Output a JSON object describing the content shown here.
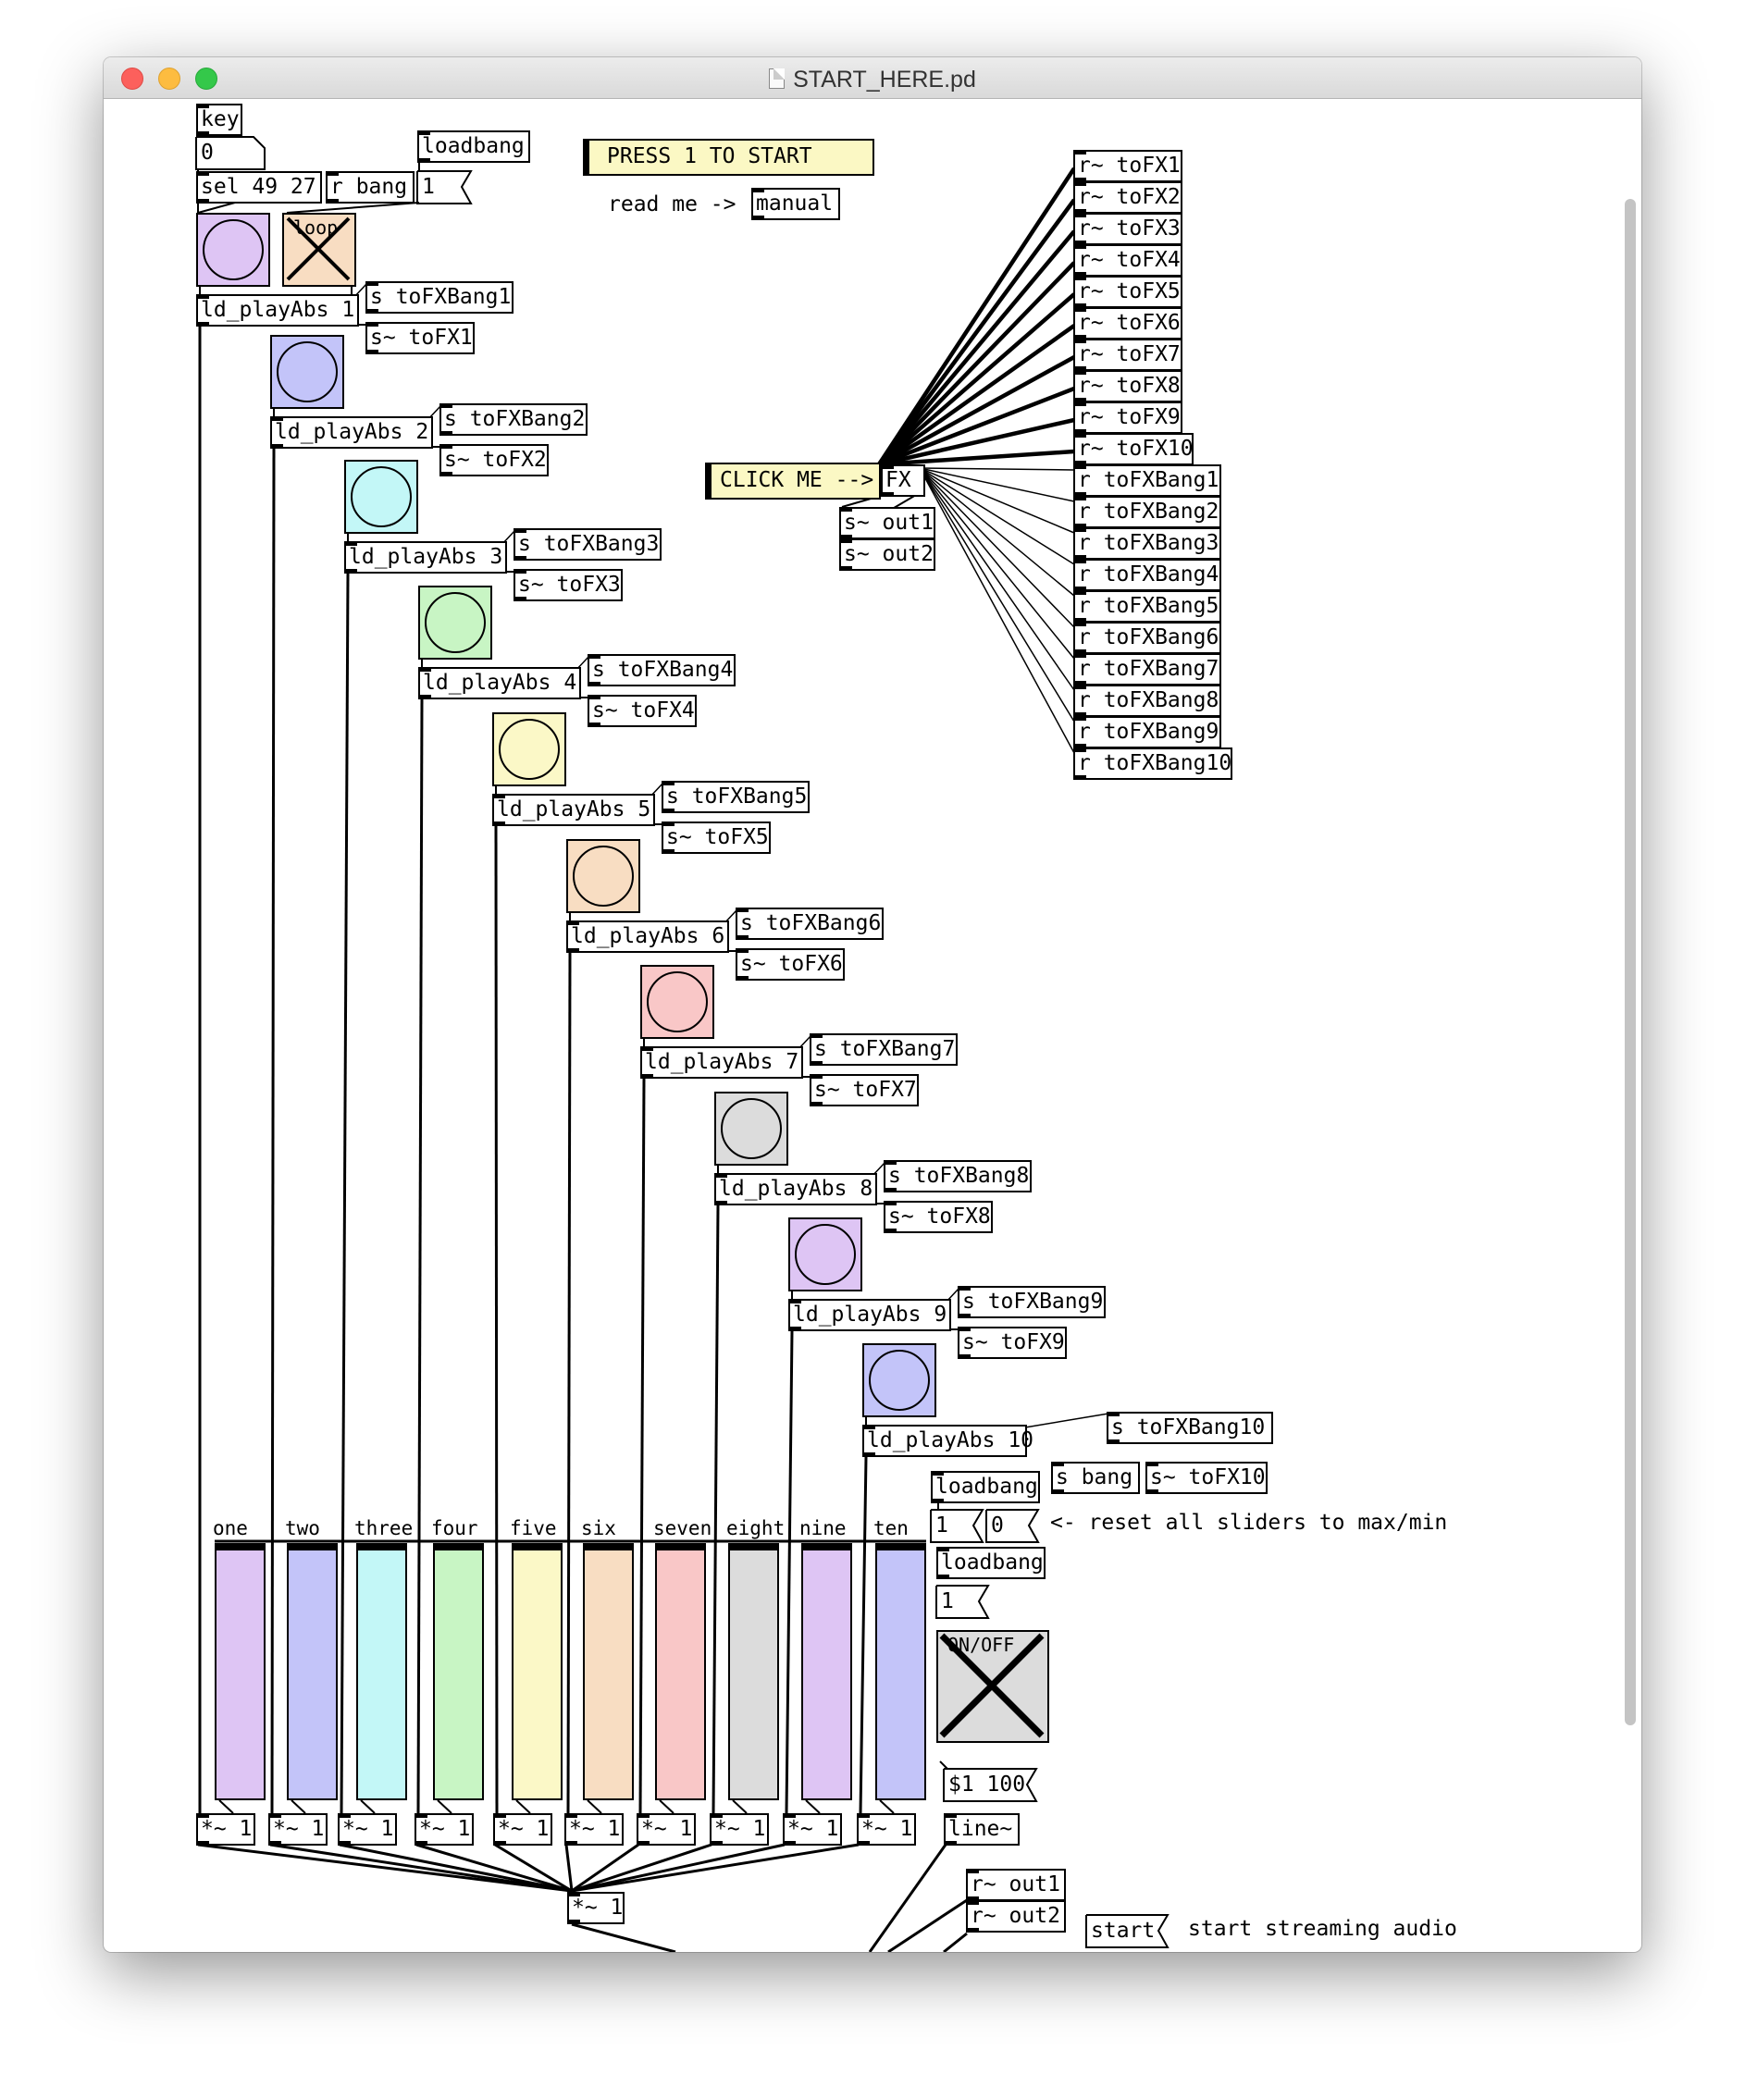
{
  "window": {
    "title": "START_HERE.pd"
  },
  "colors": {
    "close": "#fc605c",
    "minimize": "#fdbc40",
    "zoom": "#34c84a"
  },
  "header": {
    "key": "key",
    "key_num": "0",
    "sel": "sel 49 27",
    "r_bang": "r bang",
    "loadbang": "loadbang",
    "one_msg": "1",
    "loop_label": "loop",
    "tofxbang1": "s toFXBang1",
    "press_start": "PRESS 1 TO START",
    "read_me": "read me ->",
    "manual": "manual"
  },
  "players": [
    {
      "label": "ld_playAbs 1",
      "bang_send": "s toFXBang1",
      "sig_send": "s~ toFX1",
      "color": "#dec5f4"
    },
    {
      "label": "ld_playAbs 2",
      "bang_send": "s toFXBang2",
      "sig_send": "s~ toFX2",
      "color": "#c3c4f9"
    },
    {
      "label": "ld_playAbs 3",
      "bang_send": "s toFXBang3",
      "sig_send": "s~ toFX3",
      "color": "#c3f7f7"
    },
    {
      "label": "ld_playAbs 4",
      "bang_send": "s toFXBang4",
      "sig_send": "s~ toFX4",
      "color": "#c8f5c4"
    },
    {
      "label": "ld_playAbs 5",
      "bang_send": "s toFXBang5",
      "sig_send": "s~ toFX5",
      "color": "#fbf8c7"
    },
    {
      "label": "ld_playAbs 6",
      "bang_send": "s toFXBang6",
      "sig_send": "s~ toFX6",
      "color": "#f8ddc2"
    },
    {
      "label": "ld_playAbs 7",
      "bang_send": "s toFXBang7",
      "sig_send": "s~ toFX7",
      "color": "#f9c7c7"
    },
    {
      "label": "ld_playAbs 8",
      "bang_send": "s toFXBang8",
      "sig_send": "s~ toFX8",
      "color": "#dcdcdc"
    },
    {
      "label": "ld_playAbs 9",
      "bang_send": "s toFXBang9",
      "sig_send": "s~ toFX9",
      "color": "#dec5f4"
    },
    {
      "label": "ld_playAbs 10",
      "bang_send": "s toFXBang10",
      "sig_send": "s~ toFX10",
      "color": "#c3c4f9"
    }
  ],
  "receivers": [
    "r~ toFX1",
    "r~ toFX2",
    "r~ toFX3",
    "r~ toFX4",
    "r~ toFX5",
    "r~ toFX6",
    "r~ toFX7",
    "r~ toFX8",
    "r~ toFX9",
    "r~ toFX10",
    "r toFXBang1",
    "r toFXBang2",
    "r toFXBang3",
    "r toFXBang4",
    "r toFXBang5",
    "r toFXBang6",
    "r toFXBang7",
    "r toFXBang8",
    "r toFXBang9",
    "r toFXBang10"
  ],
  "fx": {
    "click_me": "CLICK ME -->",
    "fx": "FX",
    "out1": "s~ out1",
    "out2": "s~ out2"
  },
  "mixer": {
    "slider_labels": [
      "one",
      "two",
      "three",
      "four",
      "five",
      "six",
      "seven",
      "eight",
      "nine",
      "ten"
    ],
    "slider_values": [
      1,
      1,
      1,
      1,
      1,
      1,
      1,
      1,
      1,
      1
    ],
    "mult": "*~ 1",
    "sum_mult": "*~ 1",
    "loadbang_reset": "loadbang",
    "s_bang": "s bang",
    "s_tofx10": "s~ toFX10",
    "max_msg": "1",
    "min_msg": "0",
    "reset_comment": "<- reset all sliders to max/min",
    "loadbang2": "loadbang",
    "one_msg2": "1",
    "onoff": "ON/OFF",
    "onoff_state": true,
    "ramp_msg": "$1 100",
    "line": "line~",
    "r_out1": "r~ out1",
    "r_out2": "r~ out2",
    "start_msg": "start",
    "start_comment": "start streaming audio"
  }
}
